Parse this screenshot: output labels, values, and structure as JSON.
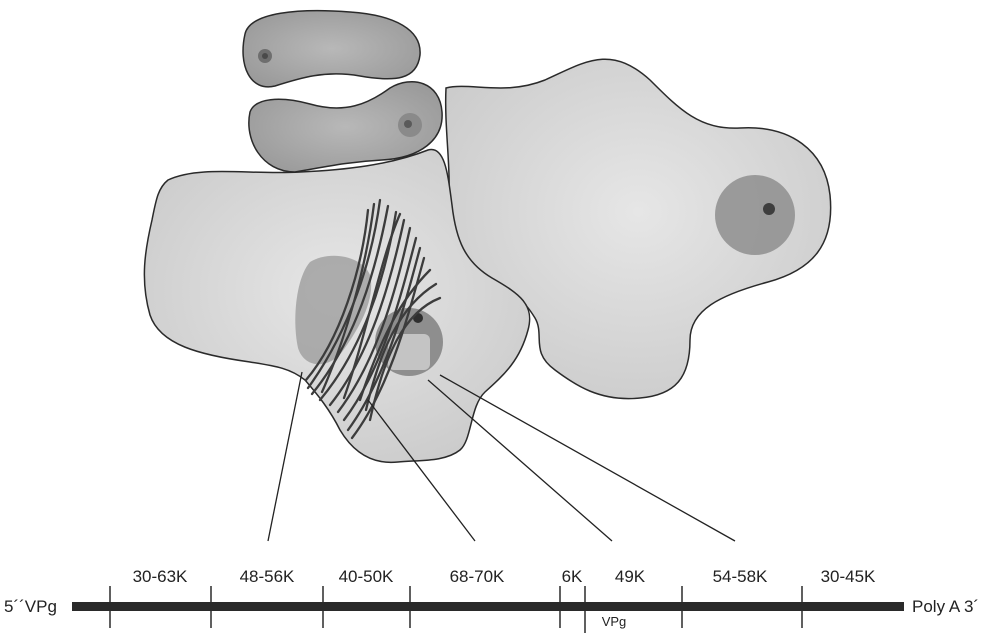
{
  "genome": {
    "left_label": "5´´VPg",
    "right_label": "Poly A 3´",
    "segments": [
      {
        "label": "30-63K"
      },
      {
        "label": "48-56K"
      },
      {
        "label": "40-50K"
      },
      {
        "label": "68-70K"
      },
      {
        "label": "6K"
      },
      {
        "label": "49K"
      },
      {
        "label": "54-58K"
      },
      {
        "label": "30-45K"
      }
    ],
    "sub_label": "VPg"
  },
  "colors": {
    "cell_body": "#d6d6d6",
    "cell_outline": "#2a2a2a",
    "nucleus": "#8c8c8c",
    "nucleolus": "#505050",
    "fibers": "#3c3c3c",
    "genome_bar": "#2a2a2a"
  },
  "icons": {
    "cells": "plant-cell-illustration",
    "inclusion_fibers": "cylindrical-inclusion-fibers"
  }
}
